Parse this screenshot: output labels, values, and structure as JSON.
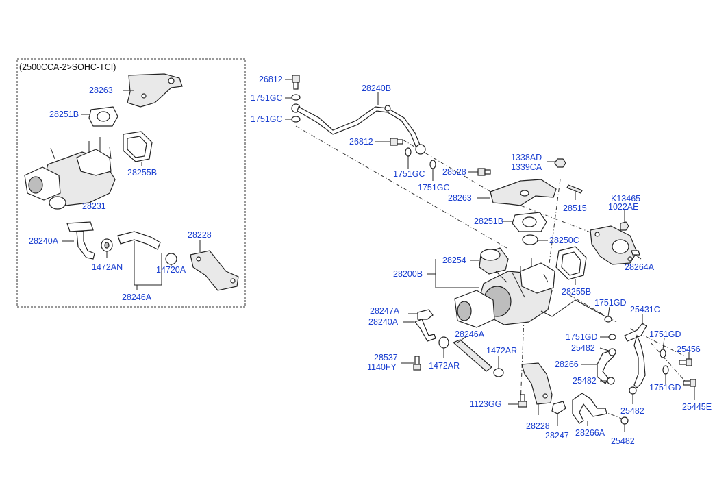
{
  "variant_box": {
    "title": "(2500CCA-2>SOHC-TCI)"
  },
  "labels": {
    "box_28263": "28263",
    "box_28251B": "28251B",
    "box_28255B": "28255B",
    "box_28231": "28231",
    "box_28240A": "28240A",
    "box_1472AN": "1472AN",
    "box_14720A": "14720A",
    "box_28228": "28228",
    "box_28246A": "28246A",
    "l_26812_top": "26812",
    "l_1751GC_1": "1751GC",
    "l_1751GC_2": "1751GC",
    "l_28240B": "28240B",
    "l_26812_mid": "26812",
    "l_1751GC_3": "1751GC",
    "l_1751GC_4": "1751GC",
    "l_28528": "28528",
    "l_1338AD": "1338AD",
    "l_1339CA": "1339CA",
    "l_28263": "28263",
    "l_28515": "28515",
    "l_K13465": "K13465",
    "l_1022AE": "1022AE",
    "l_28251B": "28251B",
    "l_28250C": "28250C",
    "l_28254": "28254",
    "l_28200B": "28200B",
    "l_28264A": "28264A",
    "l_28255B": "28255B",
    "l_1751GD_1": "1751GD",
    "l_25431C": "25431C",
    "l_28247A": "28247A",
    "l_28240A": "28240A",
    "l_28246A": "28246A",
    "l_1751GD_2": "1751GD",
    "l_1751GD_3": "1751GD",
    "l_25482_1": "25482",
    "l_28537": "28537",
    "l_1140FY": "1140FY",
    "l_1472AR_1": "1472AR",
    "l_1472AR_2": "1472AR",
    "l_25456": "25456",
    "l_28266": "28266",
    "l_25482_2": "25482",
    "l_1751GD_4": "1751GD",
    "l_1123GG": "1123GG",
    "l_28228": "28228",
    "l_28247": "28247",
    "l_28266A": "28266A",
    "l_25482_3": "25482",
    "l_25482_4": "25482",
    "l_25445E": "25445E"
  },
  "colors": {
    "label": "#1a3fd0",
    "line": "#222222",
    "background": "#ffffff"
  }
}
